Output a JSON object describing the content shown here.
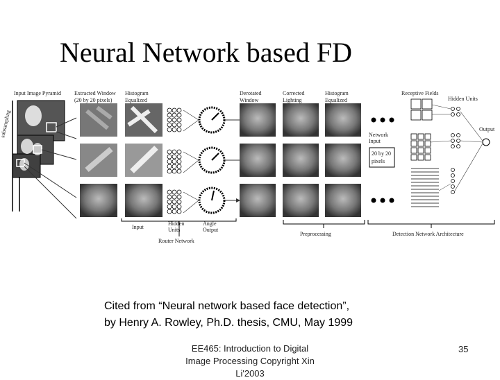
{
  "slide": {
    "title": "Neural Network based FD",
    "citation_line1": "Cited from “Neural network based face detection”,",
    "citation_line2": "by Henry A. Rowley, Ph.D. thesis, CMU, May 1999",
    "footer_line1": "EE465: Introduction to Digital",
    "footer_line2": "Image Processing Copyright Xin",
    "footer_line3": "Li'2003",
    "page_number": "35"
  },
  "figure": {
    "labels": {
      "input_pyramid": "Input Image Pyramid",
      "subsampling": "subsampling",
      "extracted_window": "Extracted Window",
      "window_size": "(20 by 20 pixels)",
      "hist_eq_1": "Histogram",
      "hist_eq_2": "Equalized",
      "derotated_1": "Derotated",
      "derotated_2": "Window",
      "corrected_1": "Corrected",
      "corrected_2": "Lighting",
      "hist2_1": "Histogram",
      "hist2_2": "Equalized",
      "receptive_fields": "Receptive Fields",
      "hidden_units": "Hidden Units",
      "output": "Output",
      "network_input_1": "Network",
      "network_input_2": "Input",
      "pixels_1": "20 by 20",
      "pixels_2": "pixels",
      "input": "Input",
      "hidden_1": "Hidden",
      "hidden_2": "Units",
      "angle_1": "Angle",
      "angle_2": "Output",
      "router_network": "Router Network",
      "preprocessing": "Preprocessing",
      "detection_arch": "Detection Network Architecture"
    }
  }
}
